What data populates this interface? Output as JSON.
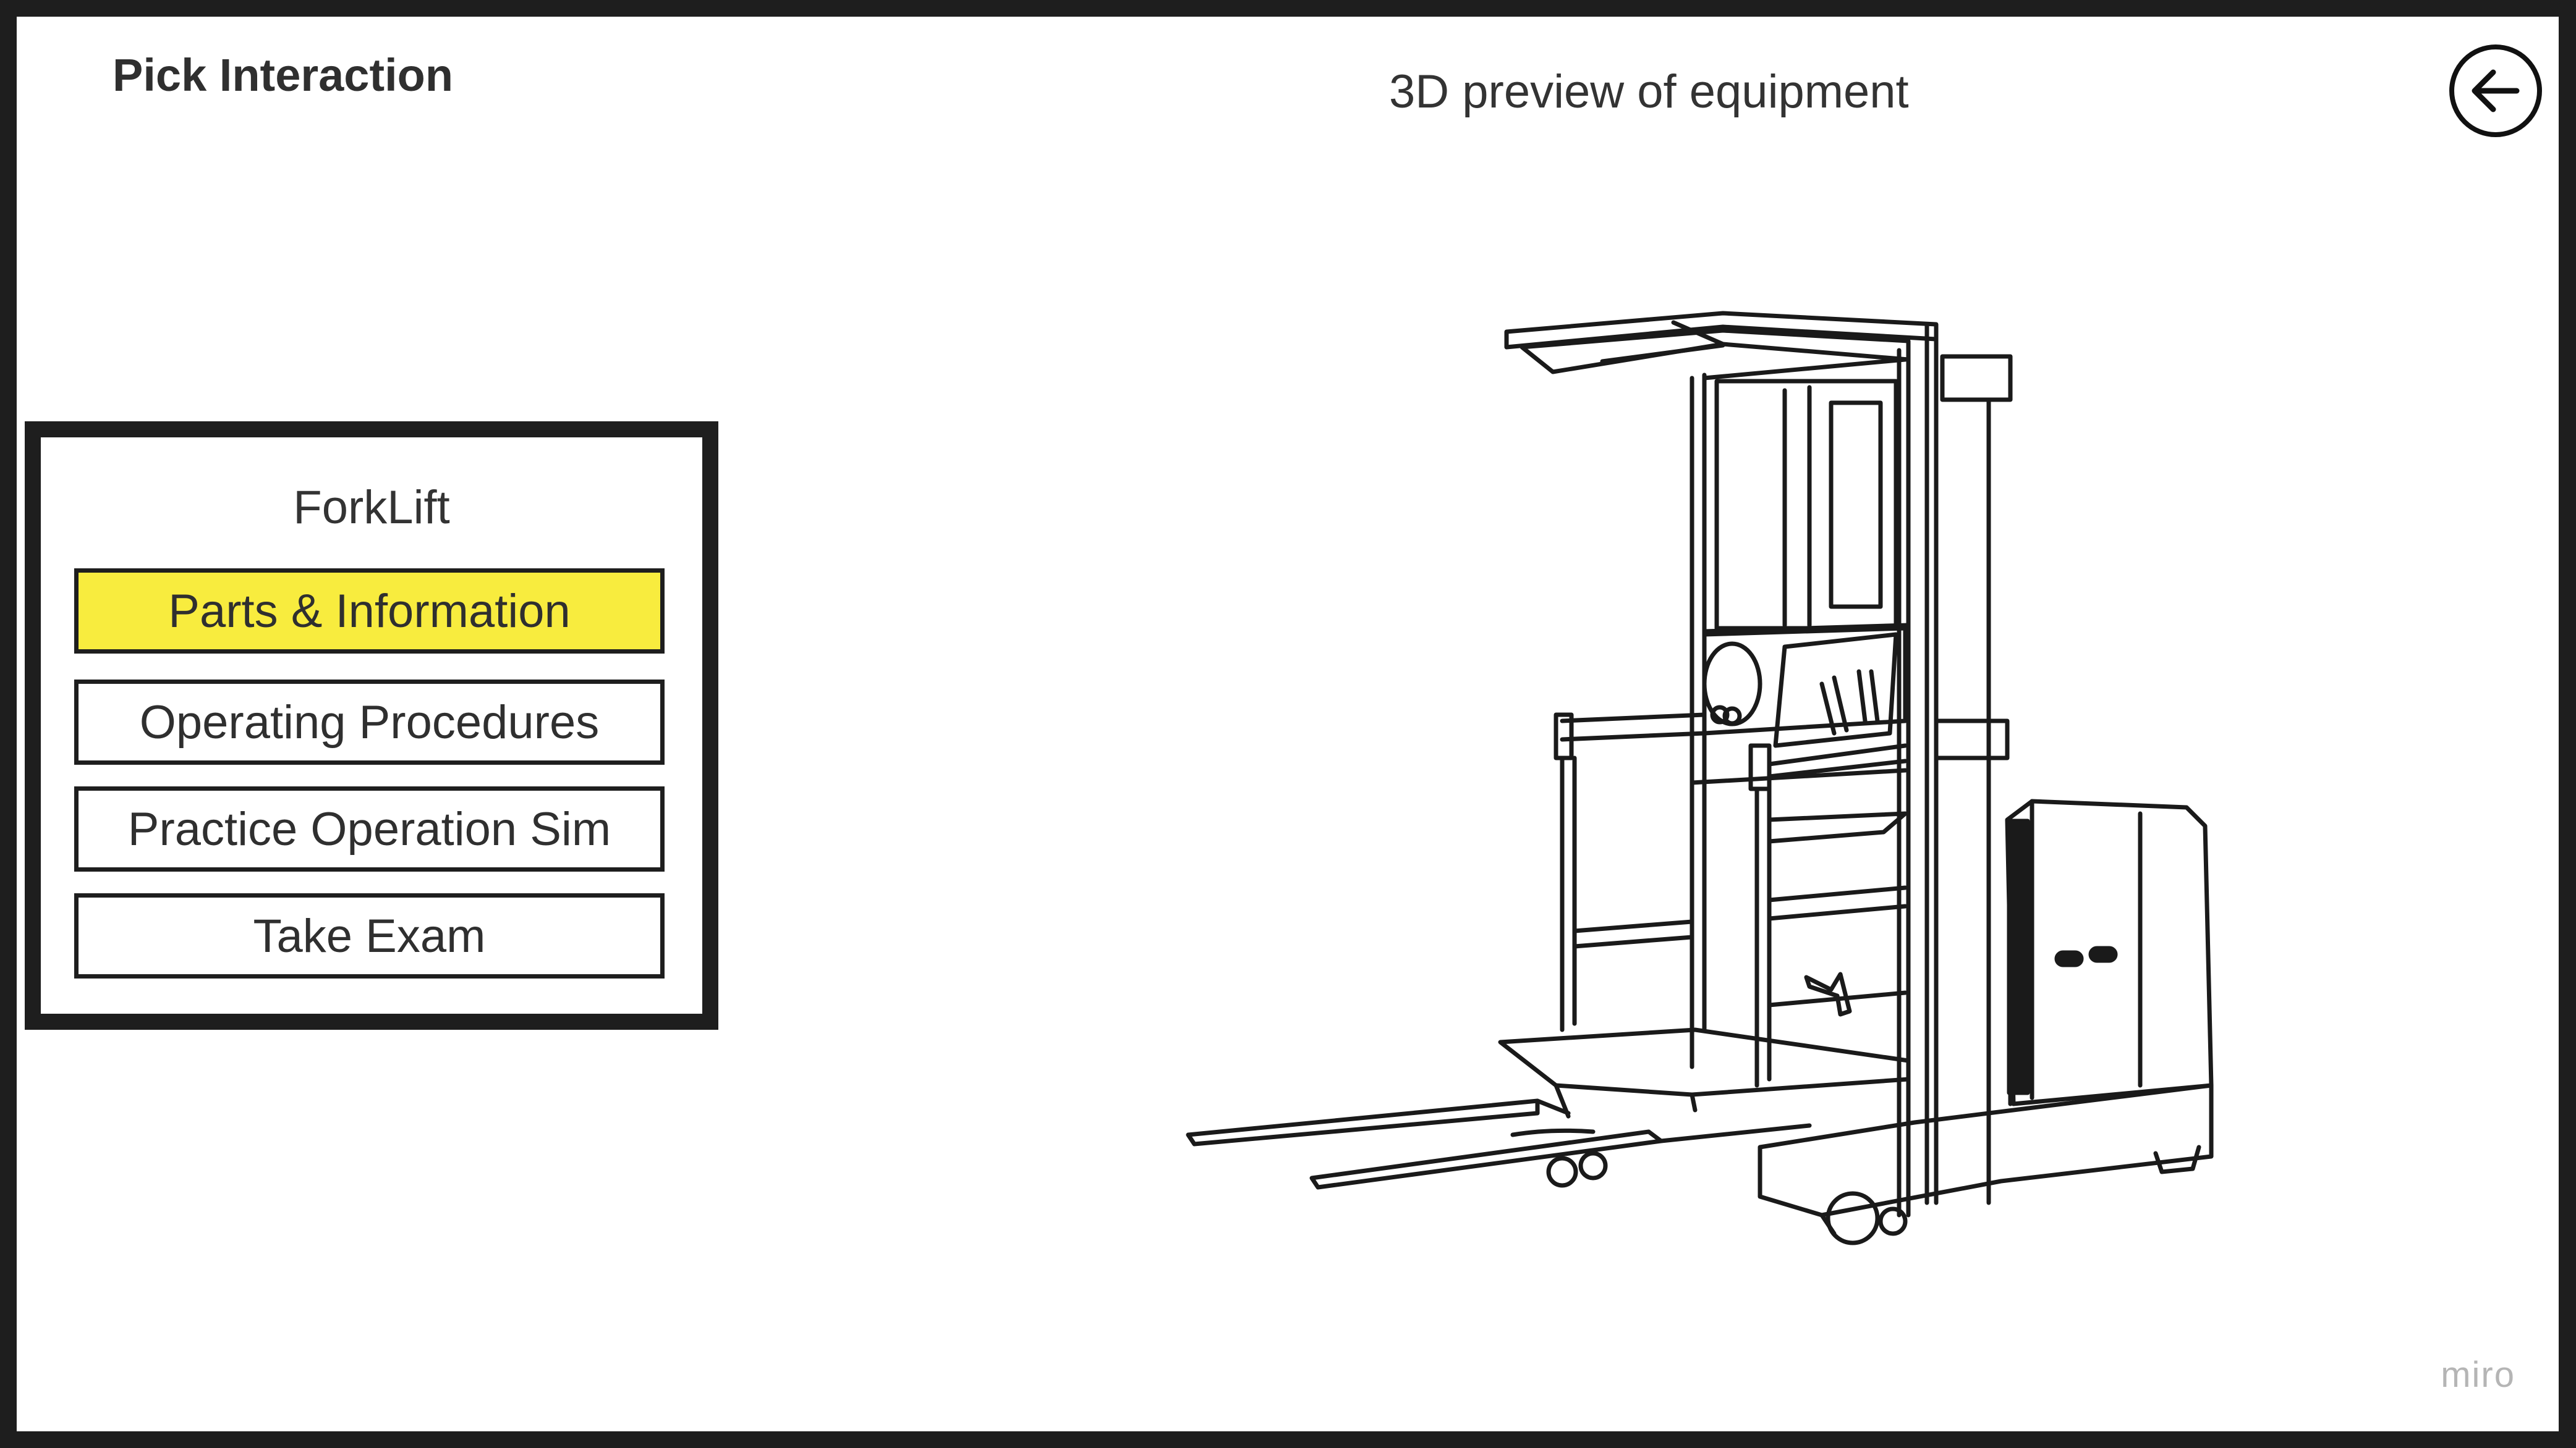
{
  "header": {
    "title": "Pick Interaction",
    "preview_title": "3D preview of equipment"
  },
  "back_button": {
    "icon": "arrow-left-icon"
  },
  "menu": {
    "heading": "ForkLift",
    "items": [
      {
        "label": "Parts & Information",
        "active": true
      },
      {
        "label": "Operating Procedures",
        "active": false
      },
      {
        "label": "Practice Operation Sim",
        "active": false
      },
      {
        "label": "Take Exam",
        "active": false
      }
    ]
  },
  "preview": {
    "image": "forklift-illustration"
  },
  "watermark": "miro",
  "colors": {
    "active_button": "#f8ec3e",
    "border": "#1e1e1e",
    "background": "#ffffff"
  }
}
